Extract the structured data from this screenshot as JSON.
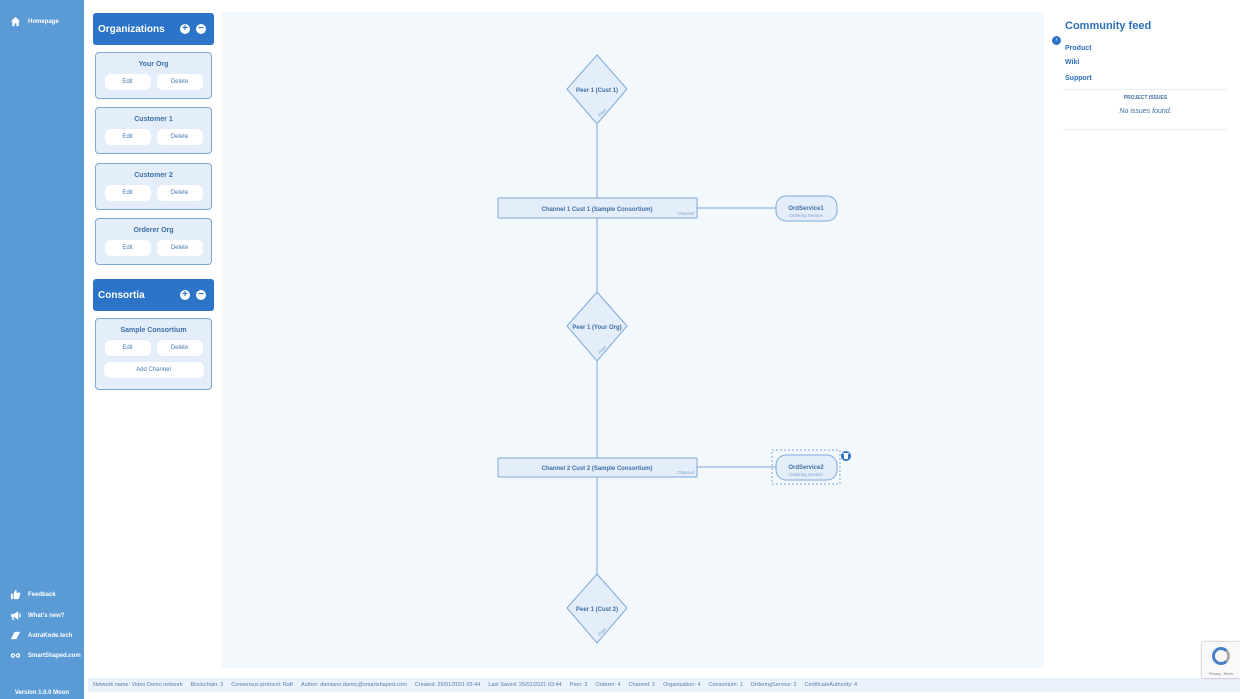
{
  "sidebar": {
    "top": [
      {
        "label": "Homepage",
        "icon": "home-icon"
      }
    ],
    "bottom": [
      {
        "label": "Feedback",
        "icon": "thumbs-up-icon"
      },
      {
        "label": "What's new?",
        "icon": "megaphone-icon"
      },
      {
        "label": "AstraKode.tech",
        "icon": "astrakode-logo-icon"
      },
      {
        "label": "SmartShaped.com",
        "icon": "infinity-icon"
      }
    ],
    "version": "Version 1.0.0 Moon"
  },
  "organizations": {
    "title": "Organizations",
    "items": [
      {
        "name": "Your Org",
        "edit": "Edit",
        "delete": "Delete"
      },
      {
        "name": "Customer 1",
        "edit": "Edit",
        "delete": "Delete"
      },
      {
        "name": "Customer 2",
        "edit": "Edit",
        "delete": "Delete"
      },
      {
        "name": "Orderer Org",
        "edit": "Edit",
        "delete": "Delete"
      }
    ]
  },
  "consortia": {
    "title": "Consortia",
    "items": [
      {
        "name": "Sample Consortium",
        "edit": "Edit",
        "delete": "Delete",
        "add_channel": "Add Channel"
      }
    ]
  },
  "diagram": {
    "peers": [
      {
        "label": "Peer 1 (Cust 1)",
        "tag": "Peer"
      },
      {
        "label": "Peer 1 (Your Org)",
        "tag": "Peer"
      },
      {
        "label": "Peer 1 (Cust 2)",
        "tag": "Peer"
      }
    ],
    "channels": [
      {
        "label": "Channel 1 Cust 1 (Sample Consortium)",
        "tag": "Channel"
      },
      {
        "label": "Channel 2 Cust 2 (Sample Consortium)",
        "tag": "Channel"
      }
    ],
    "ordering": [
      {
        "label": "OrdService1",
        "sub": "Ordering Service"
      },
      {
        "label": "OrdService2",
        "sub": "Ordering Service"
      }
    ]
  },
  "feed": {
    "title": "Community feed",
    "links": [
      "Product",
      "Wiki",
      "Support"
    ],
    "issues_heading": "PROJECT ISSUES",
    "issues_text": "No issues found."
  },
  "status_bar": [
    "Network name: Video Demo network",
    "Blockchain: 3",
    "Consensus protocol: Raft",
    "Author: damiano.damic@smartshaped.com",
    "Created: 25/01/2021 03:44",
    "Last Saved: 25/01/2021 03:44",
    "Peer: 3",
    "Orderer: 4",
    "Channel: 2",
    "Organization: 4",
    "Consortium: 1",
    "OrderingService: 2",
    "CertificateAuthority: 4"
  ],
  "recaptcha": {
    "text": "Privacy - Terms"
  },
  "colors": {
    "sidebar": "#5b9bd5",
    "accent": "#2c74c7",
    "canvas": "#f3f8fd",
    "node_fill": "#e3eefa",
    "node_stroke": "#7ea9d6"
  }
}
